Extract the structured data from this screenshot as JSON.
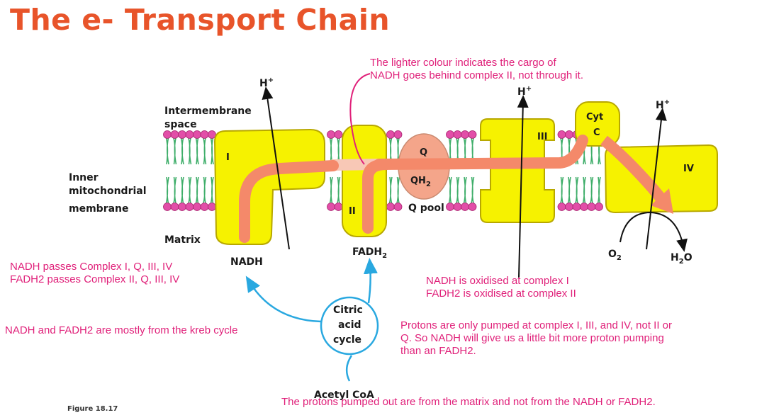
{
  "title": "The e- Transport Chain",
  "figure_label": "Figure 18.17",
  "colors": {
    "title": "#e8542a",
    "complex_fill": "#f6f200",
    "complex_stroke": "#b8a800",
    "flow": "#f4896a",
    "lipid_head": "#e24ea8",
    "cycle_arrow": "#29a8e0",
    "note": "#e0217a"
  },
  "labels": {
    "intermembrane_line1": "Intermembrane",
    "intermembrane_line2": "space",
    "inner_line1": "Inner",
    "inner_line2": "mitochondrial",
    "inner_line3": "membrane",
    "matrix": "Matrix",
    "nadh": "NADH",
    "fadh2_base": "FADH",
    "fadh2_sub": "2",
    "q_pool": "Q pool",
    "o2_base": "O",
    "o2_sub": "2",
    "h2o_a": "H",
    "h2o_sub": "2",
    "h2o_b": "O",
    "acetyl_coa": "Acetyl CoA",
    "h_plus_base": "H",
    "h_plus_sup": "+"
  },
  "complexes": {
    "i": "I",
    "ii": "II",
    "iii": "III",
    "iv": "IV",
    "q": "Q",
    "qh2_base": "QH",
    "qh2_sub": "2",
    "cyt_line1": "Cyt",
    "cyt_line2": "C"
  },
  "citric_cycle": {
    "line1": "Citric",
    "line2": "acid",
    "line3": "cycle"
  },
  "notes": {
    "lighter_colour": [
      "The lighter colour indicates the cargo of",
      "NADH goes behind complex II, not through it."
    ],
    "passes": [
      "NADH passes Complex I, Q, III, IV",
      "FADH2 passes Complex II, Q, III, IV"
    ],
    "oxidised": [
      "NADH is oxidised at complex I",
      "FADH2 is oxidised at complex II"
    ],
    "kreb": "NADH and FADH2 are mostly from the kreb cycle",
    "protons_pumped": [
      "Protons are only pumped at complex I, III, and IV, not II or",
      "Q. So NADH will give us a little bit more proton pumping",
      "than an FADH2."
    ],
    "matrix_protons": "The protons pumped out are from the matrix and not from the NADH or FADH2."
  }
}
